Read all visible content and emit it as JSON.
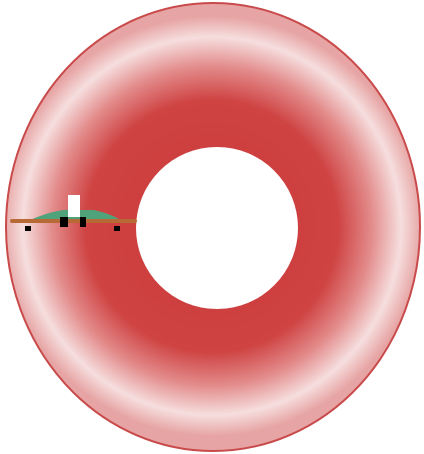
{
  "colors": {
    "background": "#ffffff",
    "ring_core": "#cc3a3a",
    "ring_mid": "#e07f7f",
    "ring_edge": "#f6dede",
    "ring_stroke": "#c94a4a",
    "platform_arm": "#b86a36",
    "platform_mound": "#4fa27a",
    "platform_tower": "#ffffff",
    "platform_blocks": "#000000"
  },
  "shapes": {
    "ring": "red-radial-ring",
    "hole": "central-opening",
    "platform": "station-platform"
  },
  "icons": {
    "tower": "tower-icon",
    "blocks": "block-marker-icon"
  }
}
